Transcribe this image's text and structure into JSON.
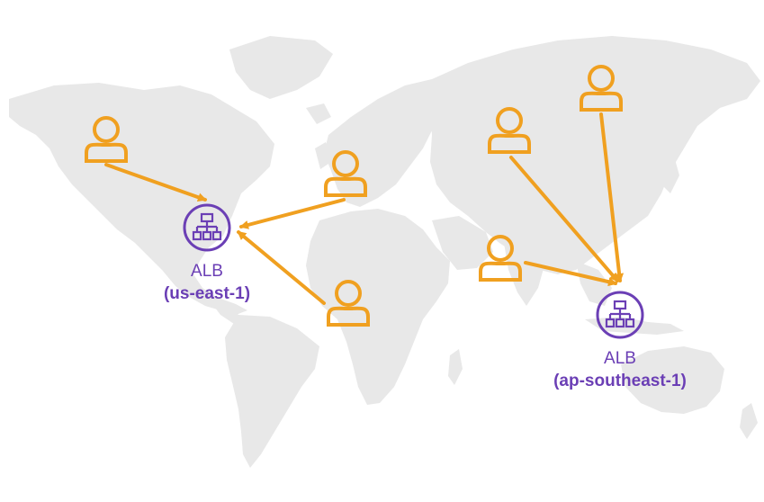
{
  "colors": {
    "map_land": "#e8e8e8",
    "user": "#f0a020",
    "arrow": "#f0a020",
    "alb": "#6b3fb5",
    "background": "#ffffff"
  },
  "icons": {
    "user": "user-icon",
    "load_balancer": "load-balancer-icon",
    "map": "world-map"
  },
  "load_balancers": [
    {
      "id": "us-east",
      "name": "ALB",
      "region": "(us-east-1)"
    },
    {
      "id": "ap-southeast",
      "name": "ALB",
      "region": "(ap-southeast-1)"
    }
  ],
  "users": [
    {
      "id": "north-america",
      "target": "us-east"
    },
    {
      "id": "europe",
      "target": "us-east"
    },
    {
      "id": "africa",
      "target": "us-east"
    },
    {
      "id": "russia-west",
      "target": "ap-southeast"
    },
    {
      "id": "russia-east",
      "target": "ap-southeast"
    },
    {
      "id": "india",
      "target": "ap-southeast"
    }
  ]
}
